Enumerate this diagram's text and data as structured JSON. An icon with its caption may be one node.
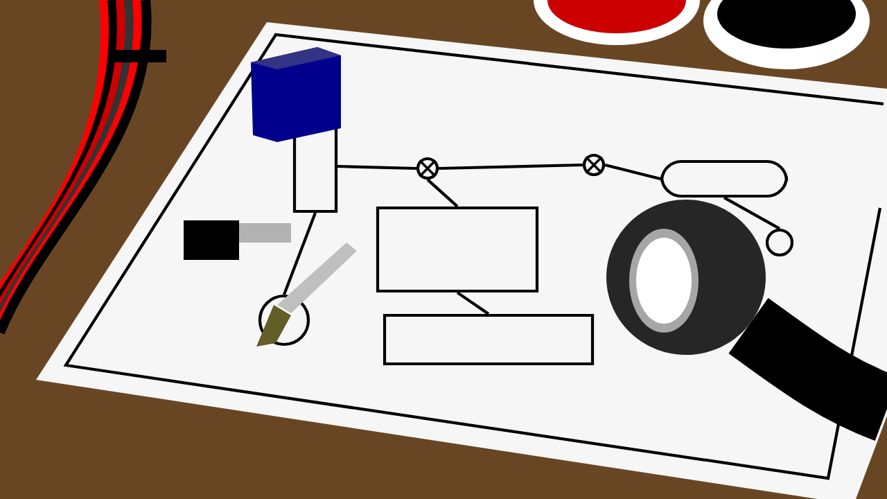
{
  "diagram": {
    "nodes": [
      {
        "text": [],
        "shape": "box"
      },
      {
        "text": [],
        "shape": "circle"
      },
      {
        "text": [],
        "shape": "circle"
      },
      {
        "text": [],
        "shape": "box"
      },
      {
        "text": [],
        "shape": "box"
      },
      {
        "text": [],
        "shape": "box"
      },
      {
        "text": [],
        "shape": "circle"
      },
      {
        "text": [],
        "shape": "circle"
      }
    ],
    "edges": [
      {
        "from": 0,
        "to": 1,
        "arrow": "none"
      },
      {
        "from": 1,
        "to": 2,
        "arrow": "none"
      },
      {
        "from": 2,
        "to": 3,
        "arrow": "none"
      },
      {
        "from": 1,
        "to": 4,
        "arrow": "none"
      },
      {
        "from": 4,
        "to": 5,
        "arrow": "none"
      },
      {
        "from": 3,
        "to": 6,
        "arrow": "none"
      },
      {
        "from": 0,
        "to": 7,
        "arrow": "none"
      }
    ]
  }
}
